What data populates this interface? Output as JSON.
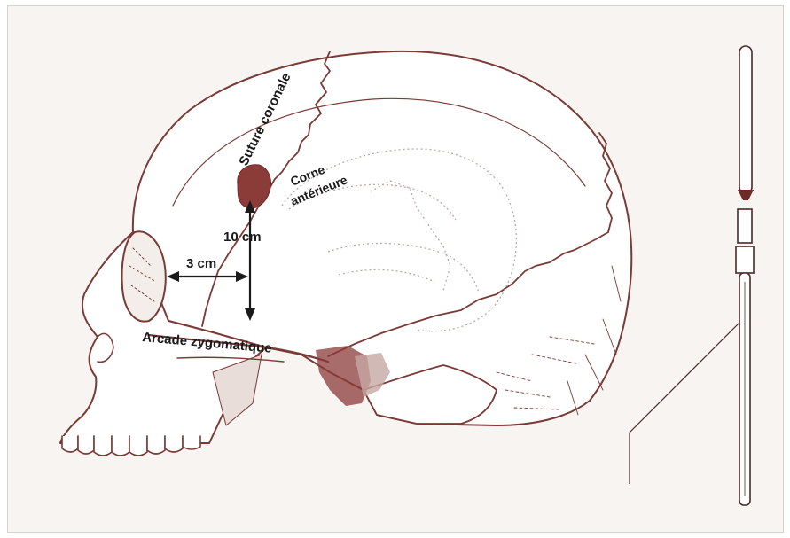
{
  "colors": {
    "outline": "#7a3a35",
    "lesion": "#8b3b38",
    "ventricle": "#b9a9a3",
    "label": "#1a1a1a",
    "background": "#f7f4f1"
  },
  "labels": {
    "suture": "Suture coronale",
    "horn_line1": "Corne",
    "horn_line2": "antérieure",
    "distance_vertical": "10 cm",
    "distance_horizontal": "3 cm",
    "zygomatic": "Arcade zygomatique"
  }
}
